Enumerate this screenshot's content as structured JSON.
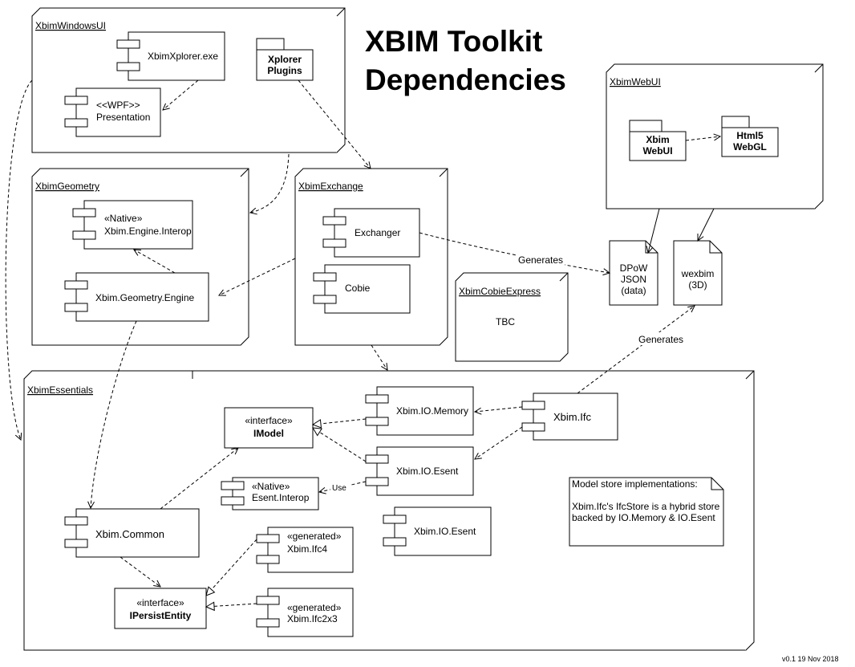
{
  "title": {
    "line1": "XBIM Toolkit",
    "line2": "Dependencies"
  },
  "version": "v0.1 19 Nov 2018",
  "nodes": {
    "windows_ui": "XbimWindowsUI",
    "geometry": "XbimGeometry",
    "exchange": "XbimExchange",
    "web_ui": "XbimWebUI",
    "cobie_express": "XbimCobieExpress",
    "essentials": "XbimEssentials"
  },
  "components": {
    "xplorer_exe": "XbimXplorer.exe",
    "presentation_stereo": "<<WPF>>",
    "presentation": "Presentation",
    "engine_interop_stereo": "«Native»",
    "engine_interop": "Xbim.Engine.Interop",
    "geometry_engine": "Xbim.Geometry.Engine",
    "exchanger": "Exchanger",
    "cobie": "Cobie",
    "io_memory": "Xbim.IO.Memory",
    "io_esent": "Xbim.IO.Esent",
    "io_esent_2": "Xbim.IO.Esent",
    "xbim_ifc": "Xbim.Ifc",
    "esent_interop_stereo": "«Native»",
    "esent_interop": "Esent.Interop",
    "xbim_common": "Xbim.Common",
    "ifc4_stereo": "«generated»",
    "ifc4": "Xbim.Ifc4",
    "ifc2x3_stereo": "«generated»",
    "ifc2x3": "Xbim.Ifc2x3"
  },
  "interfaces": {
    "imodel_stereo": "«interface»",
    "imodel": "IModel",
    "ipersist_stereo": "«interface»",
    "ipersist": "IPersistEntity"
  },
  "packages": {
    "xplorer_plugins_1": "Xplorer",
    "xplorer_plugins_2": "Plugins",
    "xbim_webui_1": "Xbim",
    "xbim_webui_2": "WebUI",
    "html5_1": "Html5",
    "html5_2": "WebGL"
  },
  "artifacts": {
    "dpow_1": "DPoW",
    "dpow_2": "JSON",
    "dpow_3": "(data)",
    "wexbim_1": "wexbim",
    "wexbim_2": "(3D)"
  },
  "labels": {
    "generates_1": "Generates",
    "generates_2": "Generates",
    "use": "Use",
    "tbc": "TBC"
  },
  "note": {
    "line1": "Model store implementations:",
    "line2": "Xbim.Ifc's IfcStore is a hybrid store",
    "line3": "backed by IO.Memory & IO.Esent"
  }
}
